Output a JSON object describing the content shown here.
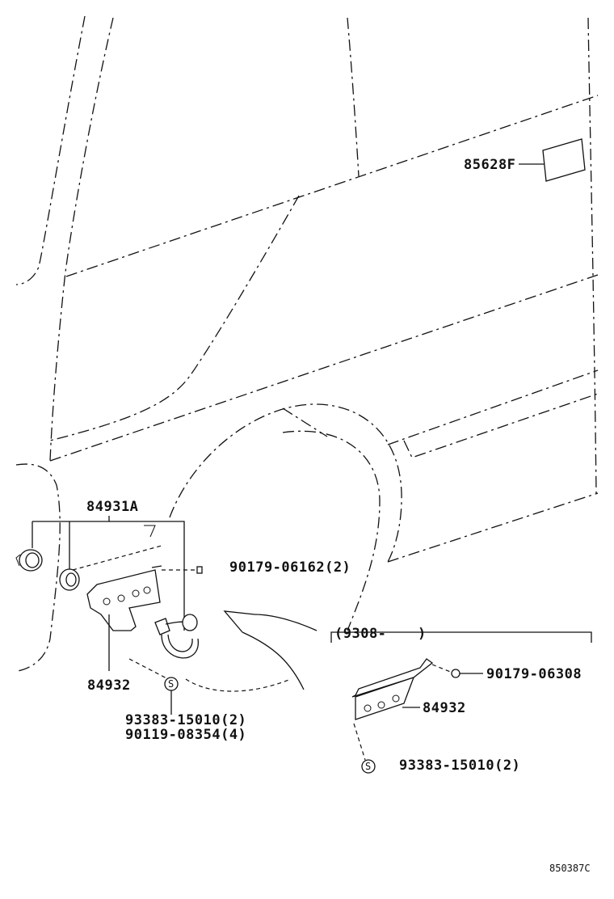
{
  "labels": {
    "p85628F": "85628F",
    "p84931A": "84931A",
    "p90179_06162": "90179-06162(2)",
    "p84932_left": "84932",
    "s_marker_left": "S",
    "p93383_left": "93383-15010(2)",
    "p90119": "90119-08354(4)",
    "range": "(9308-",
    "range_close": ")",
    "p90179_06308": "90179-06308",
    "p84932_right": "84932",
    "s_marker_right": "S",
    "p93383_right": "93383-15010(2)",
    "drawing_number": "850387C"
  }
}
